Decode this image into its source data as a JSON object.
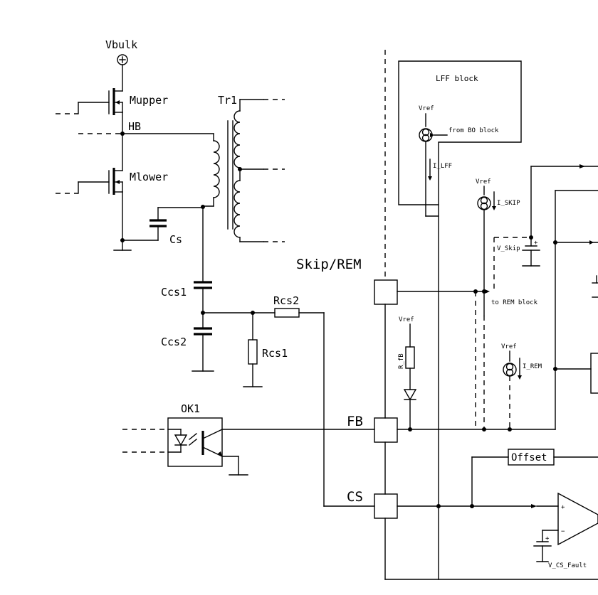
{
  "labels": {
    "vbulk": "Vbulk",
    "mupper": "Mupper",
    "mlower": "Mlower",
    "hb": "HB",
    "tr1": "Tr1",
    "cs_cap": "Cs",
    "ccs1": "Ccs1",
    "ccs2": "Ccs2",
    "rcs1": "Rcs1",
    "rcs2": "Rcs2",
    "ok1": "OK1",
    "skip_rem_pin": "Skip/REM",
    "fb_pin": "FB",
    "cs_pin": "CS",
    "lff_block": "LFF block",
    "from_bo_block": "from BO block",
    "vref_lff": "Vref",
    "i_lff": "I_LFF",
    "vref_skip": "Vref",
    "i_skip": "I_SKIP",
    "v_skip": "V_Skip",
    "to_rem_block": "to REM block",
    "vref_rfb": "Vref",
    "r_fb": "R_fB",
    "vref_rem": "Vref",
    "i_rem": "I_REM",
    "offset": "Offset",
    "v_cs_fault": "V_CS_Fault",
    "plus": "+",
    "minus": "−"
  }
}
